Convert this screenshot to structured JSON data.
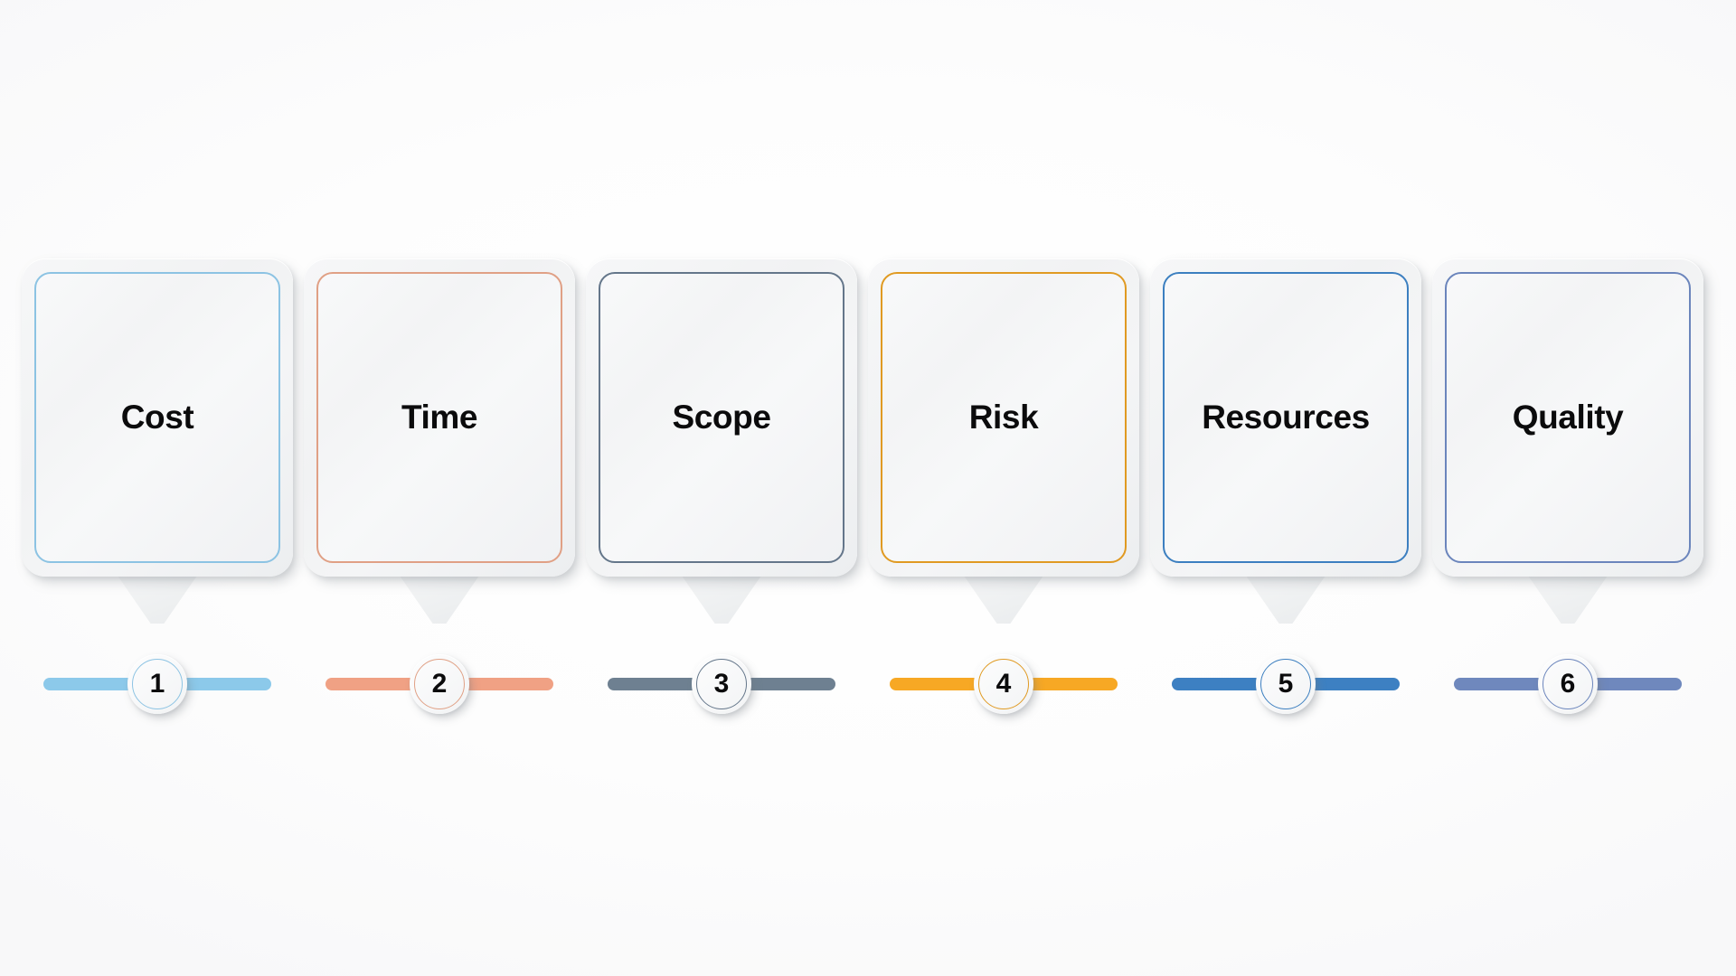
{
  "page": {
    "background": "#ffffff",
    "type": "process-infographic",
    "title_text_visible": false
  },
  "diagram": {
    "layout": "horizontal-six-step",
    "steps": [
      {
        "number": "1",
        "label": "Cost",
        "color": "#8cc3e3",
        "bar_color": "#8cc9ea",
        "card_border_color": "#8cc3e3",
        "ring_color": "#8cc3e3"
      },
      {
        "number": "2",
        "label": "Time",
        "color": "#e8a184",
        "bar_color": "#f0a184",
        "card_border_color": "#e0a085",
        "ring_color": "#e0a085"
      },
      {
        "number": "3",
        "label": "Scope",
        "color": "#6e8091",
        "bar_color": "#6e8091",
        "card_border_color": "#64768a",
        "ring_color": "#64768a"
      },
      {
        "number": "4",
        "label": "Risk",
        "color": "#f3a526",
        "bar_color": "#f7a824",
        "card_border_color": "#e09a22",
        "ring_color": "#e09a22"
      },
      {
        "number": "5",
        "label": "Resources",
        "color": "#3c7fc0",
        "bar_color": "#3d80c2",
        "card_border_color": "#3c7fc0",
        "ring_color": "#3c7fc0"
      },
      {
        "number": "6",
        "label": "Quality",
        "color": "#6b85bc",
        "bar_color": "#6f88bd",
        "card_border_color": "#6b85bc",
        "ring_color": "#6b85bc"
      }
    ]
  }
}
